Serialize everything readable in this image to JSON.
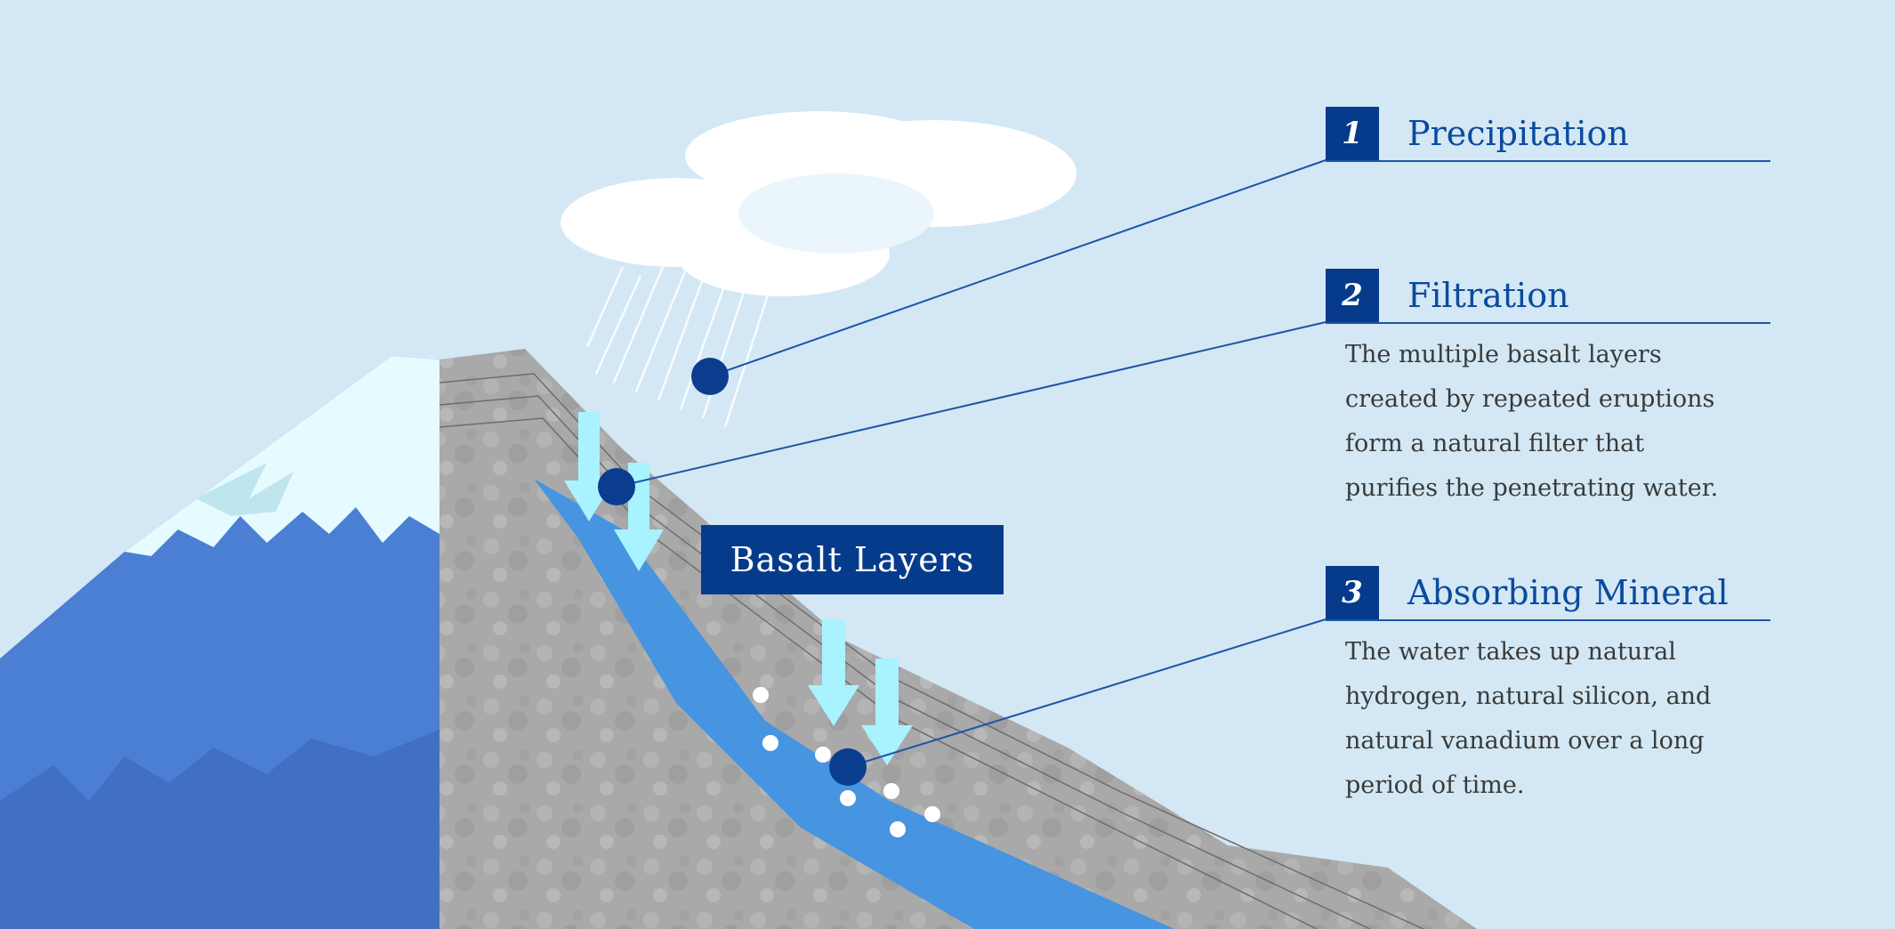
{
  "diagram": {
    "label": "Basalt Layers",
    "colors": {
      "sky": "#d3e8f4",
      "mountain_blue": "#4a7fd4",
      "snow": "#e6fbff",
      "rock": "#a9a9a9",
      "water": "#4794e0",
      "arrow": "#a8f3ff",
      "accent": "#063b8c"
    }
  },
  "steps": [
    {
      "number": "1",
      "title": "Precipitation",
      "description": ""
    },
    {
      "number": "2",
      "title": "Filtration",
      "description_lines": [
        "The multiple basalt layers",
        "created by repeated eruptions",
        "form a natural filter that",
        "purifies the penetrating water."
      ]
    },
    {
      "number": "3",
      "title": "Absorbing Mineral",
      "description_lines": [
        "The water takes up natural",
        "hydrogen, natural silicon, and",
        "natural vanadium over a long",
        "period of time."
      ]
    }
  ]
}
